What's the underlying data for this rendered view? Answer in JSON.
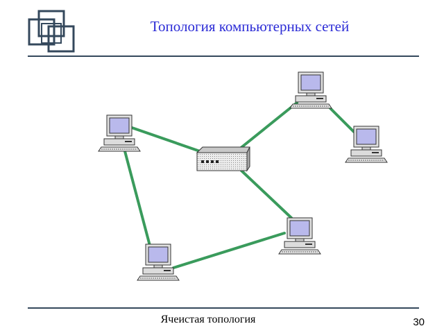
{
  "slide": {
    "title": "Топология компьютерных сетей",
    "caption": "Ячеистая топология",
    "page_number": "30"
  },
  "colors": {
    "title": "#2b2bd6",
    "rule": "#34485c",
    "link": "#3a9b5c",
    "screen": "#b9b9ec",
    "device": "#d4d4d4"
  },
  "icons": {
    "logo": "overlapping-squares-icon",
    "computer": "computer-icon",
    "hub": "hub-icon"
  }
}
